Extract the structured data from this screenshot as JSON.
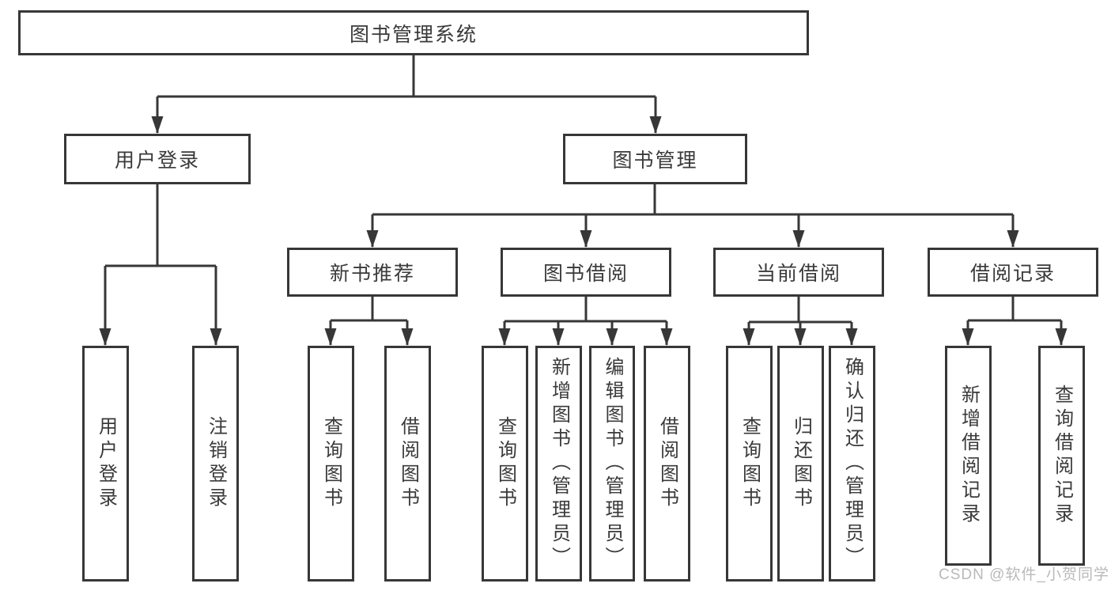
{
  "tree": {
    "root": {
      "label": "图书管理系统",
      "children": [
        {
          "label": "用户登录",
          "children": [
            {
              "label": "用户登录"
            },
            {
              "label": "注销登录"
            }
          ]
        },
        {
          "label": "图书管理",
          "children": [
            {
              "label": "新书推荐",
              "children": [
                {
                  "label": "查询图书"
                },
                {
                  "label": "借阅图书"
                }
              ]
            },
            {
              "label": "图书借阅",
              "children": [
                {
                  "label": "查询图书"
                },
                {
                  "label": "新增图书（管理员）"
                },
                {
                  "label": "编辑图书（管理员）"
                },
                {
                  "label": "借阅图书"
                }
              ]
            },
            {
              "label": "当前借阅",
              "children": [
                {
                  "label": "查询图书"
                },
                {
                  "label": "归还图书"
                },
                {
                  "label": "确认归还（管理员）"
                }
              ]
            },
            {
              "label": "借阅记录",
              "children": [
                {
                  "label": "新增借阅记录"
                },
                {
                  "label": "查询借阅记录"
                }
              ]
            }
          ]
        }
      ]
    }
  },
  "watermark": {
    "text": "CSDN @软件_小贺同学"
  },
  "colors": {
    "line": "#373737",
    "ink": "#3a3a3a",
    "wm": "#b9b9b9",
    "bg": "#ffffff"
  }
}
